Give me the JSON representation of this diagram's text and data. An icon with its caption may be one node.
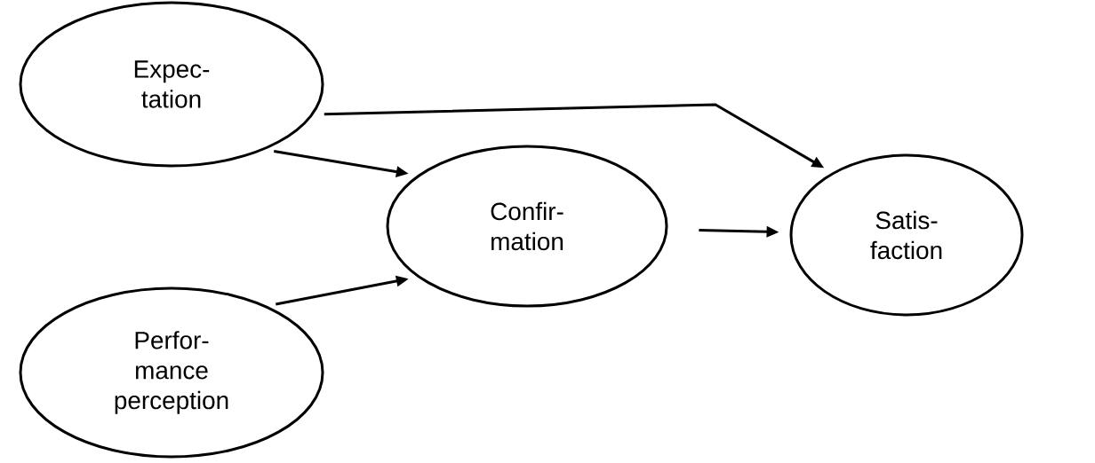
{
  "diagram": {
    "nodes": [
      {
        "text": [
          "Expec- tation"
        ]
      },
      {
        "text": [
          "Confir- mation"
        ]
      },
      {
        "text": [
          "Perfor- mance perception"
        ]
      },
      {
        "text": [
          "Satis- faction"
        ]
      }
    ],
    "edges": [
      {
        "from": 0,
        "to": 3,
        "arrow": "to"
      },
      {
        "from": 0,
        "to": 1,
        "arrow": "to"
      },
      {
        "from": 2,
        "to": 1,
        "arrow": "to"
      },
      {
        "from": 1,
        "to": 3,
        "arrow": "to"
      }
    ]
  }
}
